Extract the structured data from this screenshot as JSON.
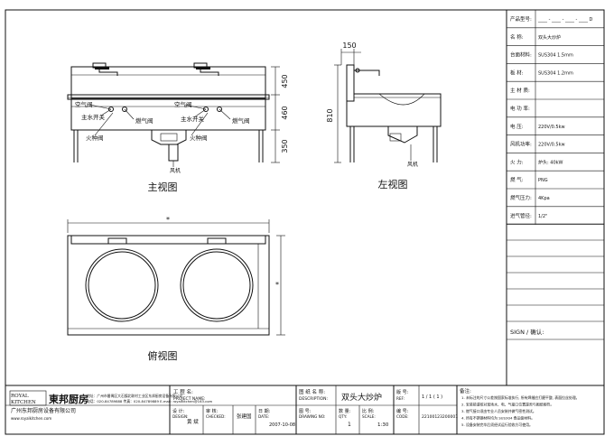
{
  "views": {
    "main": "主视图",
    "left": "左视图",
    "top": "俯视图"
  },
  "main_callouts": {
    "air_valve_l": "空气阀",
    "water_switch_l": "主水开关",
    "gas_valve_l": "燃气阀",
    "pilot_l": "火种阀",
    "air_valve_r": "空气阀",
    "water_switch_r": "主水开关",
    "gas_valve_r": "燃气阀",
    "pilot_r": "火种阀",
    "wind": "风机"
  },
  "main_dims": {
    "d1": "450",
    "d2": "460",
    "d3": "350"
  },
  "left_dims": {
    "top": "150",
    "height": "810"
  },
  "left_callouts": {
    "wind": "风机"
  },
  "top_dims": {
    "width": "*",
    "depth": "*"
  },
  "spec_table": [
    {
      "label": "产品型号:",
      "value": "____ - ____ - ____ - ____ D"
    },
    {
      "label": "名  称:",
      "value": "双头大炒炉"
    },
    {
      "label": "台面材料:",
      "value": "SUS304 1.5mm"
    },
    {
      "label": "板  材:",
      "value": "SUS304 1.2mm"
    },
    {
      "label": "主 材 质:",
      "value": ""
    },
    {
      "label": "电 功 率:",
      "value": ""
    },
    {
      "label": "电  压:",
      "value": "220V/0.5kw"
    },
    {
      "label": "风机功率:",
      "value": "220V/0.5kw"
    },
    {
      "label": "火  力:",
      "value": "炉头: 40kW"
    },
    {
      "label": "燃  气:",
      "value": "PNG"
    },
    {
      "label": "燃气压力:",
      "value": "4Kpa"
    },
    {
      "label": "进气管径:",
      "value": "1/2\""
    }
  ],
  "sign_label": "SIGN / 确认:",
  "company": {
    "logo_en_1": "ROYAL",
    "logo_en_2": "KITCHEN",
    "logo_cn": "東邦厨房",
    "name": "广州东邦厨房设备有限公司",
    "address": "地址：广州市番禺区大石镇北联村工业区东邦厨房设备有限公司",
    "contact": "电话：020-84789888 传真：020-84789889 E-mail: royalkitchen@163.com",
    "web": "www.royalkitchen.com"
  },
  "titleblock": {
    "project_label": "工 程 名:",
    "project_label_en": "PROJECT NAME:",
    "project_value": "",
    "drawing_label": "图 纸 名 称:",
    "drawing_label_en": "DESCRIPTION:",
    "drawing_value": "双头大炒炉",
    "drawn_label": "设  计:",
    "drawn_label_en": "DESIGN:",
    "drawn_value": "黄 斌",
    "checked_label": "审  核:",
    "checked_label_en": "CHECKED:",
    "checked_value": "张建国",
    "date_label": "日  期:",
    "date_label_en": "DATE:",
    "date_value": "2007-10-08",
    "drawno_label": "图  号:",
    "drawno_label_en": "DRAWING NO:",
    "drawno_value": "",
    "qty_label": "数  量:",
    "qty_label_en": "QTY:",
    "qty_value": "1",
    "scale_label": "比  例:",
    "scale_label_en": "SCALE:",
    "scale_value": "1:30",
    "ref_label": "版 号:",
    "ref_label_en": "REF:",
    "ref_value": "1 / 1 ( 1 )",
    "code_label": "编  号:",
    "code_label_en": "CODE:",
    "code_value": "22100123200001"
  },
  "notes": {
    "title": "备注:",
    "lines": [
      "1. 未标注的尺寸公差按国家标准执行, 所有焊缝应打磨平整, 表面拉丝处理。",
      "2. 安装前请核对现场水、电、气接口位置是否与图纸相符。",
      "3. 燃气接口须由专业人员安装并做气密性测试。",
      "4. 所有不锈钢材料均为 SUS304 食品级材料。",
      "5. 设备安装完毕后须经试运行验收方可使用。"
    ]
  }
}
